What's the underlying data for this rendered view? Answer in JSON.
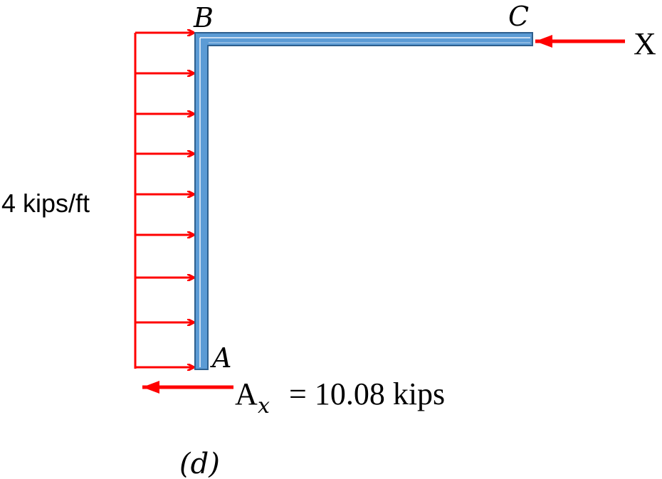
{
  "points": {
    "a": "A",
    "b": "B",
    "c": "C"
  },
  "load": {
    "distributed": "4 kips/ft"
  },
  "force": {
    "x_label": "X"
  },
  "reaction": {
    "symbol": "A",
    "subscript": "x",
    "equation": "= 10.08 kips"
  },
  "caption": "(d)",
  "colors": {
    "member_fill": "#5b9bd5",
    "member_stroke": "#2e5f8e",
    "load_arrow": "#ff0000"
  }
}
